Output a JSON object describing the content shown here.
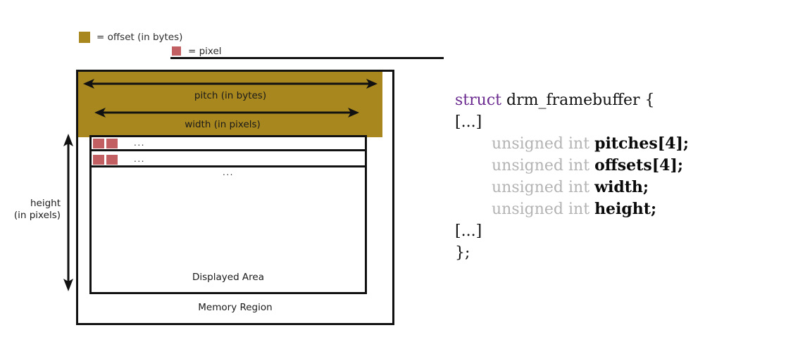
{
  "legend": {
    "items": [
      {
        "swatch": "offset-swatch",
        "color": "#a8871e",
        "label": "= offset (in bytes)"
      },
      {
        "swatch": "pixel-swatch",
        "color": "#c25f63",
        "label": "= pixel"
      }
    ]
  },
  "diagram": {
    "pitch_label": "pitch (in bytes)",
    "width_label": "width (in pixels)",
    "height_label_line1": "height",
    "height_label_line2": "(in pixels)",
    "displayed_area_label": "Displayed Area",
    "memory_region_label": "Memory Region",
    "row_ellipsis": "...",
    "area_ellipsis": "...",
    "colors": {
      "offset": "#a8871e",
      "pixel": "#c25f63",
      "outline": "#111111",
      "background": "#ffffff"
    }
  },
  "code": {
    "lines": [
      {
        "indent": false,
        "tokens": [
          {
            "text": "struct ",
            "style": "kw-struct"
          },
          {
            "text": "drm_framebuffer {",
            "style": "plain"
          }
        ]
      },
      {
        "indent": false,
        "tokens": [
          {
            "text": "[...]",
            "style": "plain"
          }
        ]
      },
      {
        "indent": true,
        "tokens": [
          {
            "text": "unsigned int ",
            "style": "type-dim"
          },
          {
            "text": "pitches[4];",
            "style": "member"
          }
        ]
      },
      {
        "indent": true,
        "tokens": [
          {
            "text": "unsigned int ",
            "style": "type-dim"
          },
          {
            "text": "offsets[4];",
            "style": "member"
          }
        ]
      },
      {
        "indent": true,
        "tokens": [
          {
            "text": "unsigned int ",
            "style": "type-dim"
          },
          {
            "text": "width;",
            "style": "member"
          }
        ]
      },
      {
        "indent": true,
        "tokens": [
          {
            "text": "unsigned int ",
            "style": "type-dim"
          },
          {
            "text": "height;",
            "style": "member"
          }
        ]
      },
      {
        "indent": false,
        "tokens": [
          {
            "text": "[...]",
            "style": "plain"
          }
        ]
      },
      {
        "indent": false,
        "tokens": [
          {
            "text": "};",
            "style": "plain"
          }
        ]
      }
    ],
    "colors": {
      "keyword": "#6a2a8f",
      "type": "#b3b3b3",
      "member": "#0a0a0a"
    }
  }
}
